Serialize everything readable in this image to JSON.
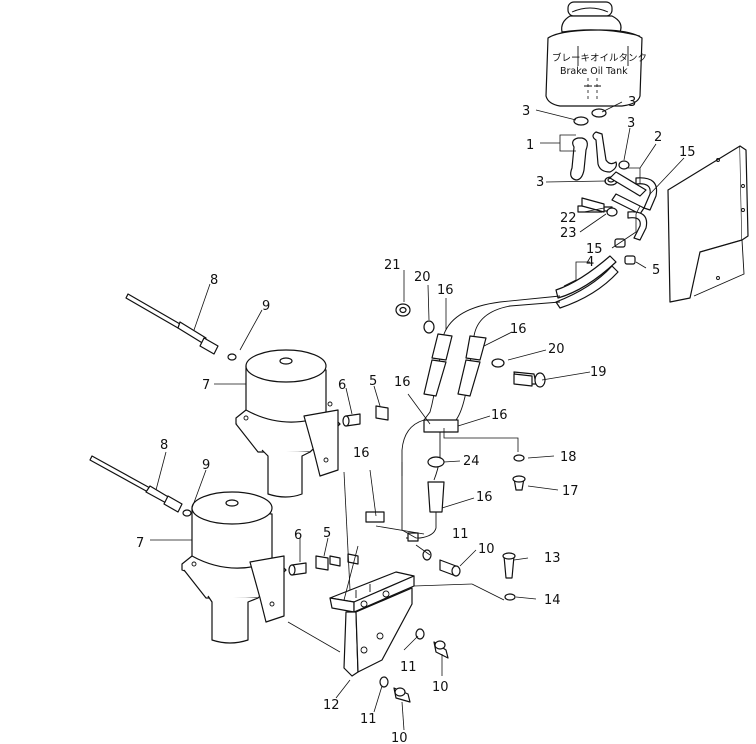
{
  "tank": {
    "label_jp": "ブレーキオイルタンク",
    "label_en": "Brake Oil Tank"
  },
  "callouts": [
    {
      "id": "c1",
      "text": "1"
    },
    {
      "id": "c2",
      "text": "2"
    },
    {
      "id": "c3a",
      "text": "3"
    },
    {
      "id": "c3b",
      "text": "3"
    },
    {
      "id": "c3c",
      "text": "3"
    },
    {
      "id": "c3d",
      "text": "3"
    },
    {
      "id": "c4",
      "text": "4"
    },
    {
      "id": "c5a",
      "text": "5"
    },
    {
      "id": "c5b",
      "text": "5"
    },
    {
      "id": "c5c",
      "text": "5"
    },
    {
      "id": "c6a",
      "text": "6"
    },
    {
      "id": "c6b",
      "text": "6"
    },
    {
      "id": "c7a",
      "text": "7"
    },
    {
      "id": "c7b",
      "text": "7"
    },
    {
      "id": "c8a",
      "text": "8"
    },
    {
      "id": "c8b",
      "text": "8"
    },
    {
      "id": "c9a",
      "text": "9"
    },
    {
      "id": "c9b",
      "text": "9"
    },
    {
      "id": "c10a",
      "text": "10"
    },
    {
      "id": "c10b",
      "text": "10"
    },
    {
      "id": "c10c",
      "text": "10"
    },
    {
      "id": "c11a",
      "text": "11"
    },
    {
      "id": "c11b",
      "text": "11"
    },
    {
      "id": "c11c",
      "text": "11"
    },
    {
      "id": "c12",
      "text": "12"
    },
    {
      "id": "c13",
      "text": "13"
    },
    {
      "id": "c14",
      "text": "14"
    },
    {
      "id": "c15a",
      "text": "15"
    },
    {
      "id": "c15b",
      "text": "15"
    },
    {
      "id": "c16a",
      "text": "16"
    },
    {
      "id": "c16b",
      "text": "16"
    },
    {
      "id": "c16c",
      "text": "16"
    },
    {
      "id": "c16d",
      "text": "16"
    },
    {
      "id": "c16e",
      "text": "16"
    },
    {
      "id": "c16f",
      "text": "16"
    },
    {
      "id": "c17",
      "text": "17"
    },
    {
      "id": "c18",
      "text": "18"
    },
    {
      "id": "c19",
      "text": "19"
    },
    {
      "id": "c20a",
      "text": "20"
    },
    {
      "id": "c20b",
      "text": "20"
    },
    {
      "id": "c21",
      "text": "21"
    },
    {
      "id": "c22",
      "text": "22"
    },
    {
      "id": "c23",
      "text": "23"
    },
    {
      "id": "c24",
      "text": "24"
    }
  ]
}
